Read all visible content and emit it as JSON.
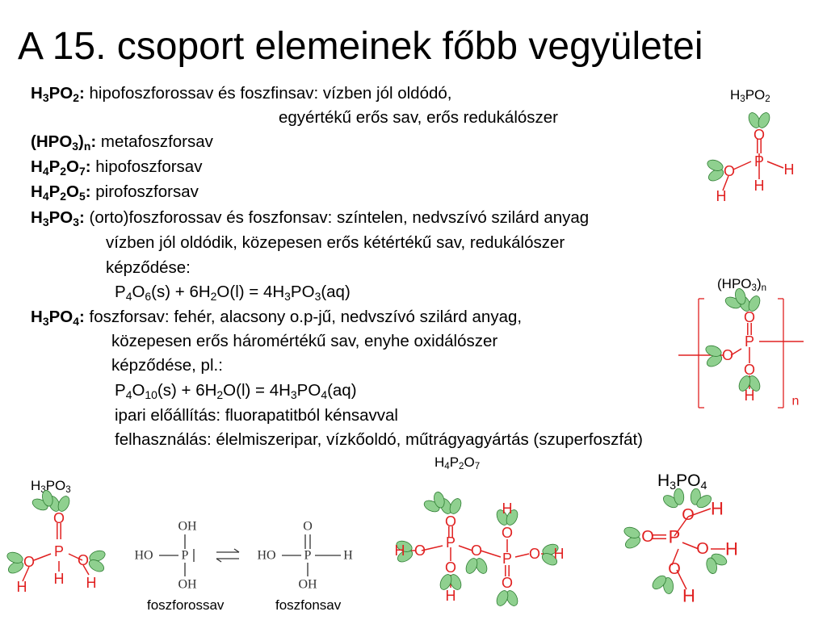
{
  "title": "A 15. csoport elemeinek főbb vegyületei",
  "formula_parts": {
    "H": "H",
    "P": "P",
    "O": "O",
    "n": "n",
    "d2": "2",
    "d3": "3",
    "d4": "4",
    "d5": "5",
    "d6": "6",
    "d7": "7",
    "d10": "10",
    "paren_open": "(",
    "paren_close": ")",
    "colon": ":"
  },
  "lines": {
    "h3po2_desc": " hipofoszforossav és foszfinsav: vízben jól oldódó,",
    "h3po2_desc2": "egyértékű erős sav, erős redukálószer",
    "hpo3_desc": " metafoszforsav",
    "h4p2o7_desc": " hipofoszforsav",
    "h4p2o5_desc": " pirofoszforsav",
    "h3po3_desc": " (orto)foszforossav és foszfonsav: színtelen, nedvszívó szilárd anyag",
    "h3po3_desc2": "vízben jól oldódik, közepesen erős kétértékű sav, redukálószer",
    "h3po3_desc3": "képződése:",
    "eq1": {
      "a": "(s) + 6H",
      "b": "O(l) = 4H",
      "c": "(aq)"
    },
    "h3po4_desc": " foszforsav: fehér, alacsony o.p-jű, nedvszívó szilárd anyag,",
    "h3po4_desc2": "közepesen erős háromértékű sav, enyhe oxidálószer",
    "h3po4_desc3": "képződése, pl.:",
    "eq2": {
      "a": "(s) + 6H",
      "b": "O(l) = 4H",
      "c": "(aq)"
    },
    "ipari": "ipari előállítás: fluorapatitból kénsavval",
    "felh": "felhasználás: élelmiszeripar, vízkőoldó, műtrágyagyártás (szuperfoszfát)"
  },
  "figure_labels": {
    "h3po2": "H3PO2",
    "hpo3n": "(HPO3)n",
    "h3po3": "H3PO3",
    "h4p2o7": "H4P2O7",
    "h3po4": "H3PO4",
    "foszforossav": "foszforossav",
    "foszfonsav": "foszfonsav",
    "atom_O": "O",
    "atom_P": "P",
    "atom_H": "H",
    "atom_OH": "OH",
    "atom_HO": "HO",
    "atom_n": "n"
  },
  "colors": {
    "text": "#000000",
    "atom": "#e02020",
    "orbital_fill": "#8fd08f",
    "orbital_stroke": "#2e7d32",
    "bracket": "#e02020"
  }
}
